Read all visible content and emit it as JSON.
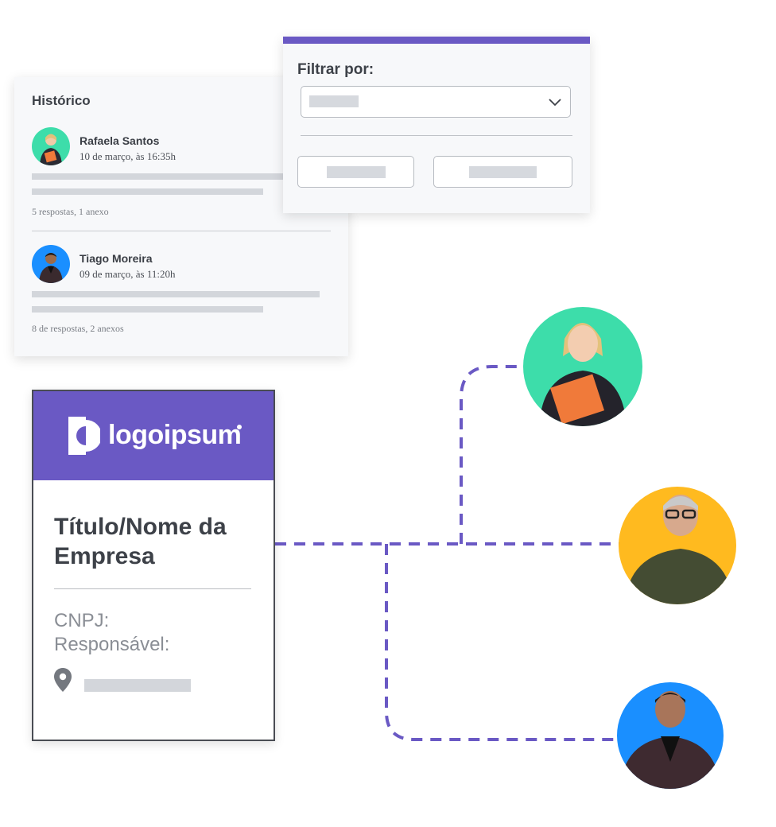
{
  "history": {
    "title": "Histórico",
    "entries": [
      {
        "name": "Rafaela Santos",
        "date": "10 de março, às 16:35h",
        "meta": "5 respostas, 1 anexo"
      },
      {
        "name": "Tiago Moreira",
        "date": "09 de março, às 11:20h",
        "meta": "8 de respostas, 2 anexos"
      }
    ]
  },
  "filter": {
    "label": "Filtrar por:"
  },
  "company": {
    "logo_text": "logoipsum",
    "title": "Título/Nome da Empresa",
    "cnpj_label": "CNPJ:",
    "responsible_label": "Responsável:"
  },
  "icons": {
    "dropdown": "chevron-down-icon",
    "location": "map-pin-icon",
    "logo": "logo-mark-icon"
  },
  "colors": {
    "accent": "#6a59c4",
    "avatar_green": "#3dddaa",
    "avatar_yellow": "#ffba1f",
    "avatar_blue": "#1a8fff",
    "placeholder": "#d3d6db"
  }
}
